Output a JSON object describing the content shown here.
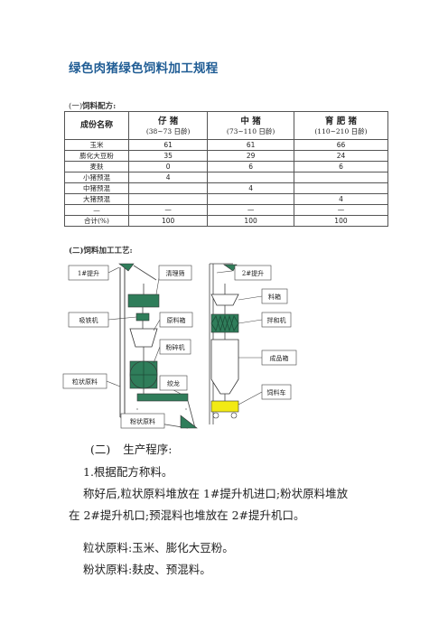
{
  "title": "绿色肉猪绿色饲料加工规程",
  "section1": {
    "prefix": "(一)",
    "label": "饲料配方:"
  },
  "table": {
    "name_header": "成份名称",
    "groups": [
      {
        "name": "仔  猪",
        "age": "(38~73 日龄)"
      },
      {
        "name": "中  猪",
        "age": "(73~110 日龄)"
      },
      {
        "name": "育  肥  猪",
        "age": "(110~210 日龄)"
      }
    ],
    "rows": [
      {
        "name": "玉米",
        "v1": "61",
        "v2": "61",
        "v3": "66"
      },
      {
        "name": "膨化大豆粉",
        "v1": "35",
        "v2": "29",
        "v3": "24"
      },
      {
        "name": "麦麸",
        "v1": "0",
        "v2": "6",
        "v3": "6"
      },
      {
        "name": "小猪预混",
        "v1": "4",
        "v2": "",
        "v3": ""
      },
      {
        "name": "中猪预混",
        "v1": "",
        "v2": "4",
        "v3": ""
      },
      {
        "name": "大猪预混",
        "v1": "",
        "v2": "",
        "v3": "4"
      },
      {
        "name": "—",
        "v1": "—",
        "v2": "—",
        "v3": "—"
      },
      {
        "name": "合计(%)",
        "v1": "100",
        "v2": "100",
        "v3": "100"
      }
    ]
  },
  "section2": "(二)饲料加工工艺:",
  "diagram": {
    "lift1": "1#提升",
    "cleaner": "清理筛",
    "lift2": "2#提升",
    "bin": "料箱",
    "magnet": "吸铁机",
    "raw_bin": "原料箱",
    "mixer": "拌和机",
    "grinder": "粉碎机",
    "product_bin": "成品箱",
    "granular": "粒状原料",
    "auger": "绞龙",
    "feed_cart": "饲料车",
    "powder": "粉状原料"
  },
  "body": {
    "sub_heading_num": "(二)",
    "sub_heading_text": "生产程序:",
    "step1": "1.根据配方称料。",
    "para1": "称好后,粒状原料堆放在 1#提升机进口;粉状原料堆放",
    "para1b": "在 2#提升机口;预混料也堆放在 2#提升机口。",
    "granular_line": "粒状原料:玉米、膨化大豆粉。",
    "powder_line": "粉状原料:麸皮、预混料。"
  }
}
